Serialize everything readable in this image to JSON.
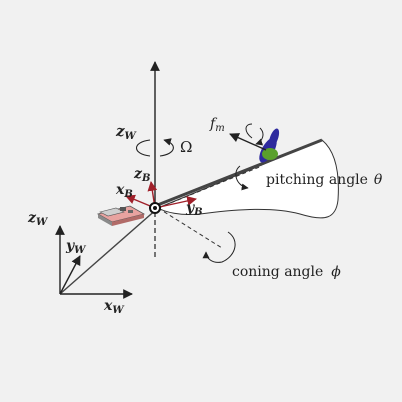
{
  "labels": {
    "z_world": "z",
    "z_world_sub": "W",
    "z_world_left": "z",
    "z_world_left_sub": "W",
    "y_world": "y",
    "y_world_sub": "W",
    "x_world": "x",
    "x_world_sub": "W",
    "z_body": "z",
    "z_body_sub": "B",
    "x_body": "x",
    "x_body_sub": "B",
    "y_body": "y",
    "y_body_sub": "B",
    "omega": "Ω",
    "force": "f",
    "force_sub": "m",
    "pitching_text": "pitching angle",
    "pitching_symbol": "θ",
    "coning_text": "coning angle",
    "coning_symbol": "ϕ"
  },
  "colors": {
    "axis": "#222222",
    "body_axis_red": "#a0202a",
    "wing_fill": "#ffffff",
    "propeller_blue": "#2e2a9e",
    "propeller_green": "#5aa02c",
    "board_pink": "#e8a3a0"
  }
}
